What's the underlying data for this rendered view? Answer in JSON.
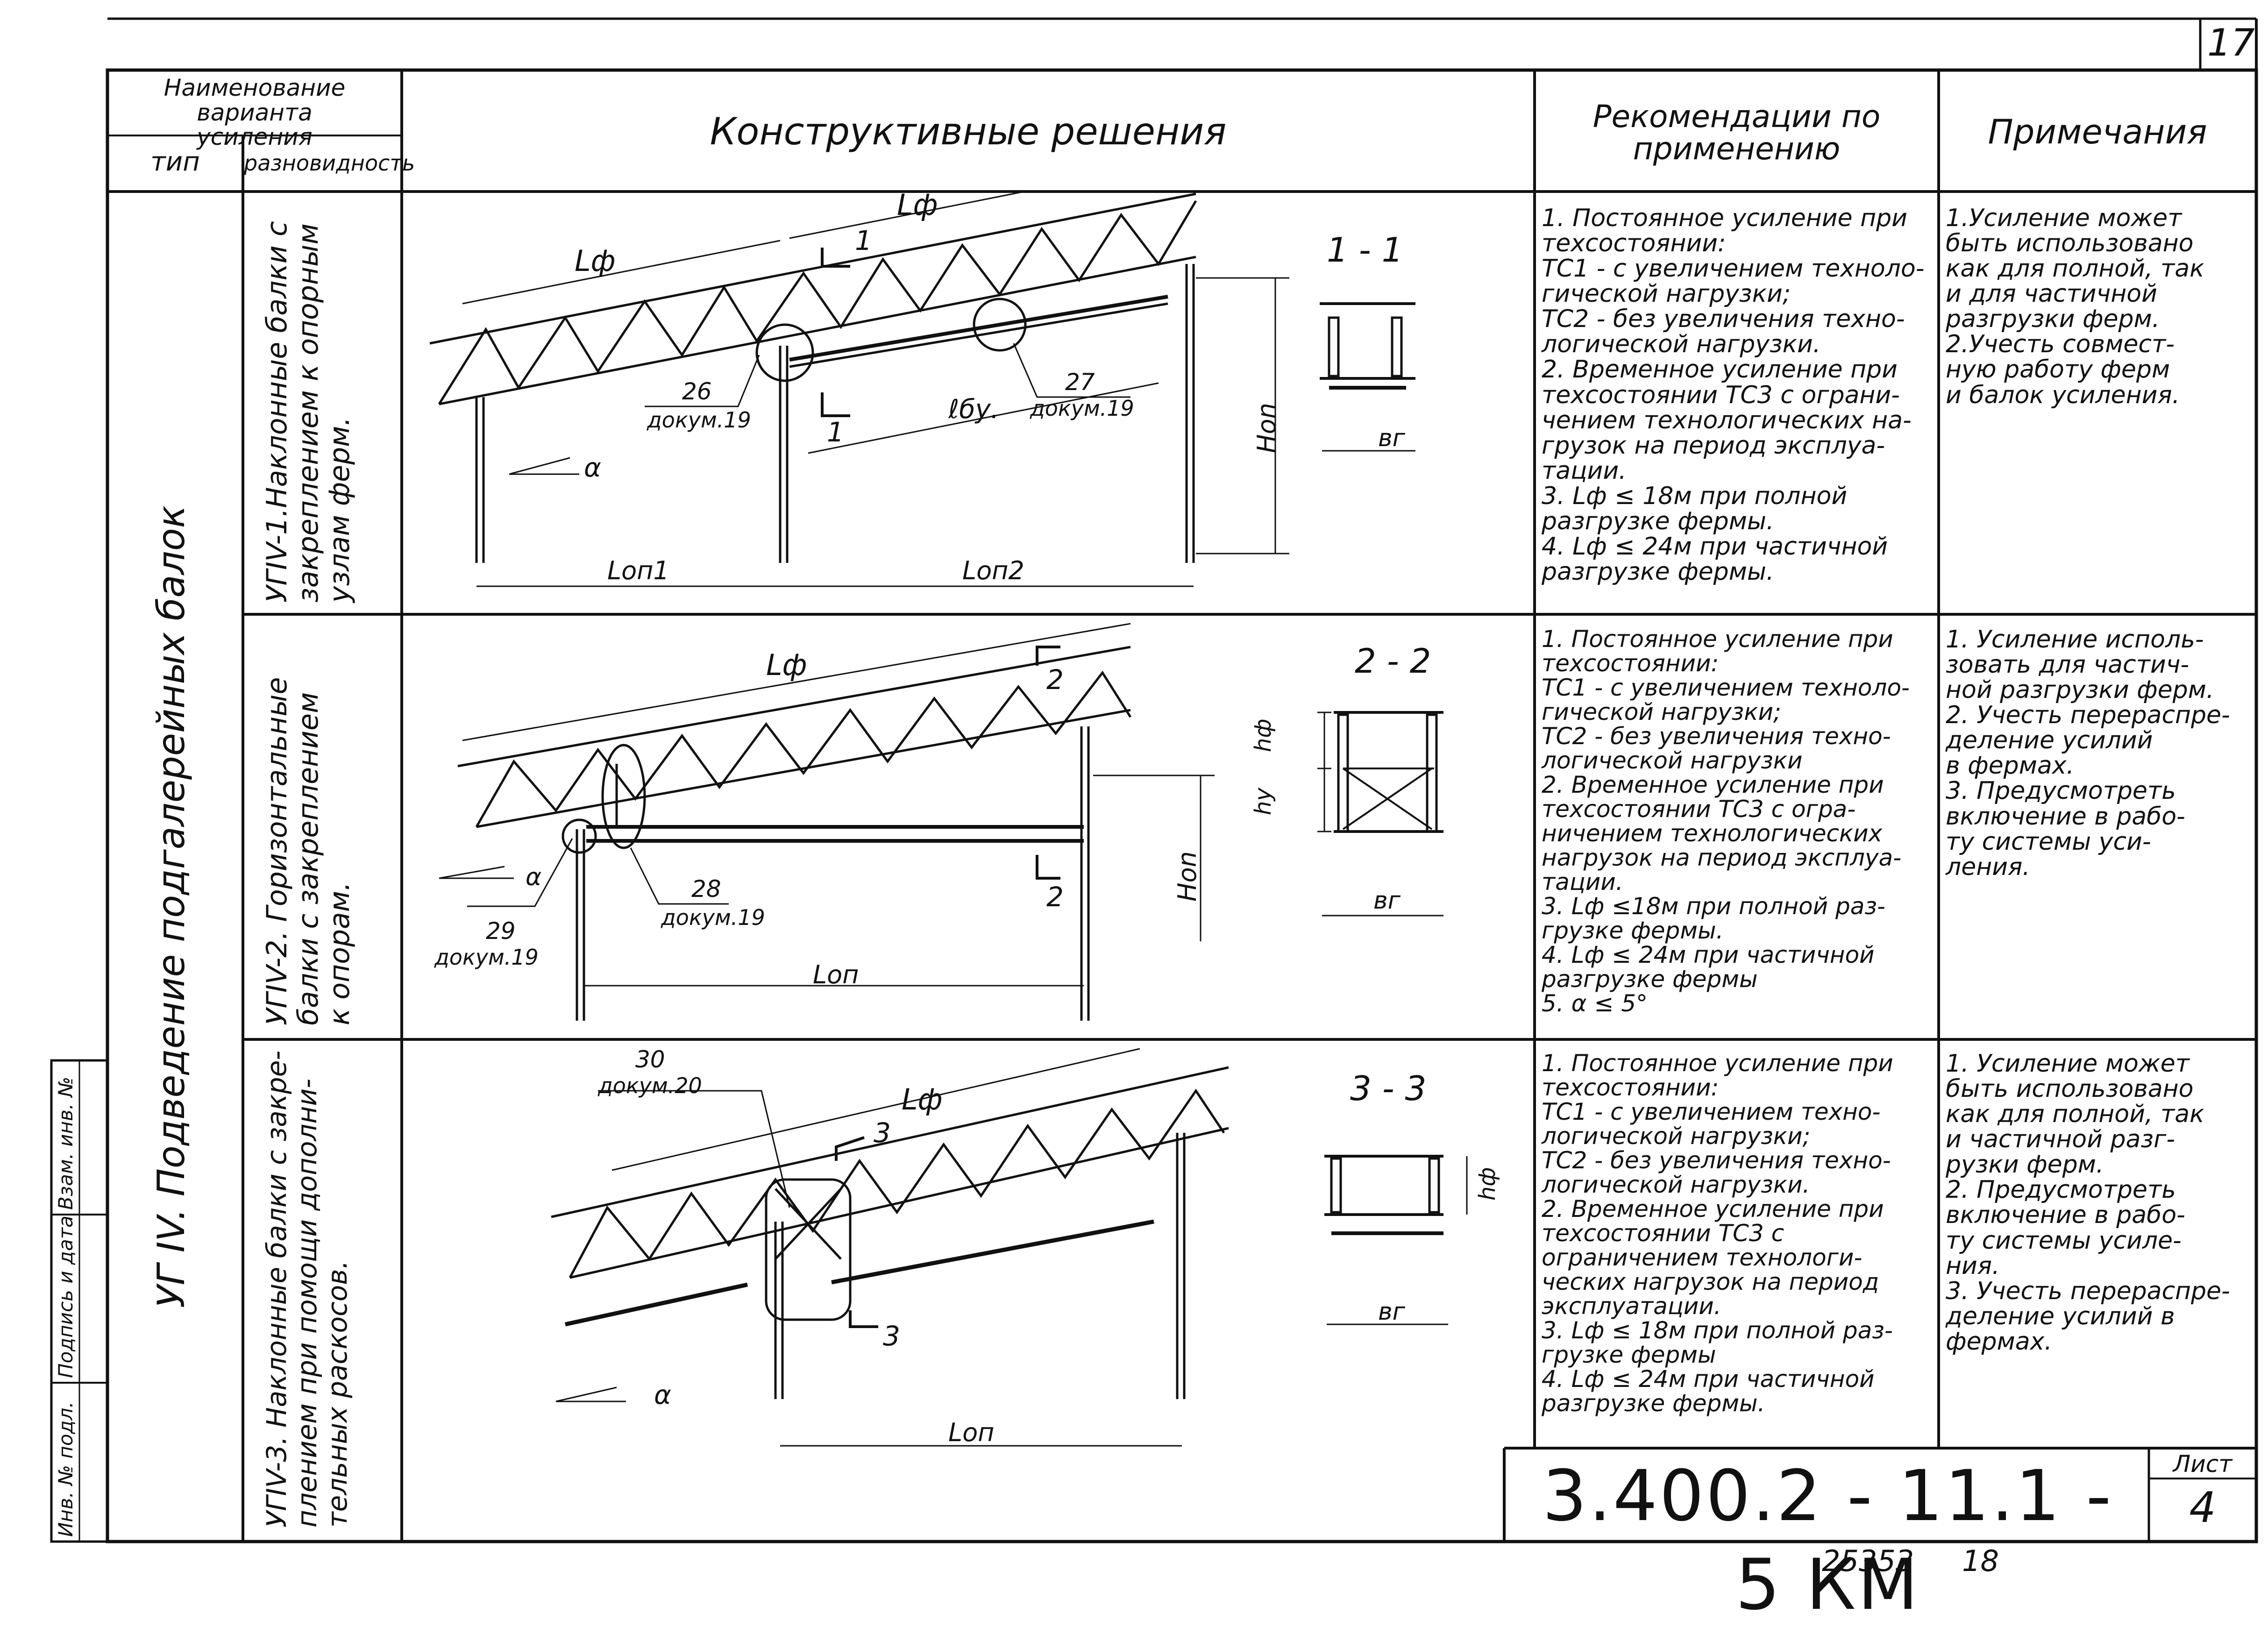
{
  "page_number": "17",
  "header": {
    "name_variant": "Наименование варианта\nусиления",
    "type": "тип",
    "variety": "разновидность",
    "solutions": "Конструктивные решения",
    "recommendations": "Рекомендации по\nприменению",
    "notes": "Примечания"
  },
  "group_label": "УГ IV.   Подведение подгалерейных балок",
  "side_stamp": [
    "Инв. № подл.",
    "Подпись и дата",
    "Взам. инв. №"
  ],
  "rows": [
    {
      "variant": "УГIV-1.Наклонные балки с\nзакреплением к опорным\nузлам ферм.",
      "recommendations": "1. Постоянное усиление при\n   техсостоянии:\n   ТС1 - с увеличением техноло-\n   гической нагрузки;\n   ТС2 - без увеличения техно-\n   логической нагрузки.\n2. Временное усиление при\n   техсостоянии ТС3 с ограни-\n   чением технологических на-\n   грузок на период эксплуа-\n   тации.\n3. Lф ≤ 18м при полной\n   разгрузке фермы.\n4. Lф ≤ 24м при частичной\n   разгрузке фермы.",
      "notes": "1.Усиление может\nбыть использовано\nкак для полной, так\nи для частичной\nразгрузки ферм.\n2.Учесть совмест-\nную работу ферм\nи балок усиления.",
      "labels": {
        "lf1": "Lф",
        "lf2": "Lф",
        "sec": "1",
        "n26": "26",
        "d26": "докум.19",
        "n27": "27",
        "d27": "докум.19",
        "lbu": "ℓбу.",
        "hop": "Нon",
        "alpha": "α",
        "lop1": "Lоп1",
        "lop2": "Lоп2",
        "cut": "1 - 1",
        "bg": "вг"
      }
    },
    {
      "variant": "УГIV-2. Горизонтальные\nбалки с закреплением\nк опорам.",
      "recommendations": "1. Постоянное усиление при\n   техсостоянии:\n   ТС1 - с увеличением техноло-\n   гической нагрузки;\n   ТС2 - без увеличения техно-\n   логической нагрузки\n2. Временное усиление при\n   техсостоянии ТС3 с огра-\n   ничением технологических\n   нагрузок на период эксплуа-\n   тации.\n3. Lф ≤18м при полной раз-\n   грузке фермы.\n4. Lф ≤ 24м при частичной\n   разгрузке фермы\n5. α ≤ 5°",
      "notes": "1. Усиление исполь-\nзовать для частич-\nной разгрузки ферм.\n2. Учесть перераспре-\nделение усилий\nв фермах.\n3. Предусмотреть\nвключение в рабо-\nту системы уси-\nления.",
      "labels": {
        "lf": "Lф",
        "sec": "2",
        "n28": "28",
        "d28": "докум.19",
        "n29": "29",
        "d29": "докум.19",
        "hop": "Нon",
        "alpha": "α",
        "lop": "Lоп",
        "cut": "2 - 2",
        "hf": "hф",
        "hy": "hу",
        "bg": "вг"
      }
    },
    {
      "variant": "УГIV-3. Наклонные балки с закре-\nплением при помощи дополни-\nтельных раскосов.",
      "recommendations": "1. Постоянное усиление при\n   техсостоянии:\n   ТС1 - с увеличением техно-\n   логической нагрузки;\n   ТС2 - без увеличения техно-\n   логической нагрузки.\n2. Временное усиление при\n   техсостоянии ТС3 с\n   ограничением технологи-\n   ческих нагрузок на период\n   эксплуатации.\n3. Lф ≤ 18м при полной раз-\n   грузке фермы\n4. Lф ≤ 24м при частичной\n   разгрузке фермы.",
      "notes": "1. Усиление может\nбыть использовано\nкак для полной, так\nи частичной разг-\nрузки ферм.\n2. Предусмотреть\nвключение в рабо-\nту системы усиле-\nния.\n3. Учесть перераспре-\nделение усилий в\nфермах.",
      "labels": {
        "n30": "30",
        "d30": "докум.20",
        "lf": "Lф",
        "sec": "3",
        "alpha": "α",
        "lop": "Lоп",
        "cut": "3 - 3",
        "hf": "hф",
        "bg": "вг"
      }
    }
  ],
  "title_block": {
    "code": "3.400.2 - 11.1 - 5 КМ",
    "sheet_label": "Лист",
    "sheet_number": "4",
    "inventory": "25353",
    "inventory_extra": "18"
  }
}
